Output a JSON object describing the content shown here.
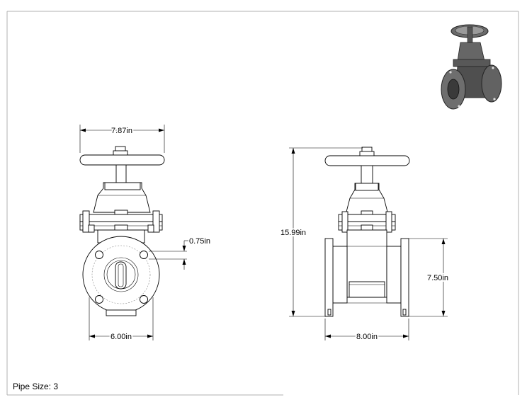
{
  "title_block": {
    "pipe_size_label": "Pipe Size: 3"
  },
  "dimensions": {
    "handwheel_diameter": "7.87in",
    "bolt_hole_diameter": "0.75in",
    "flange_diameter": "6.00in",
    "overall_height": "15.99in",
    "center_height": "7.50in",
    "face_to_face": "8.00in"
  },
  "colors": {
    "line": "#000000",
    "frame": "#b0b0b0",
    "iso_body": "#5a5a5a"
  }
}
